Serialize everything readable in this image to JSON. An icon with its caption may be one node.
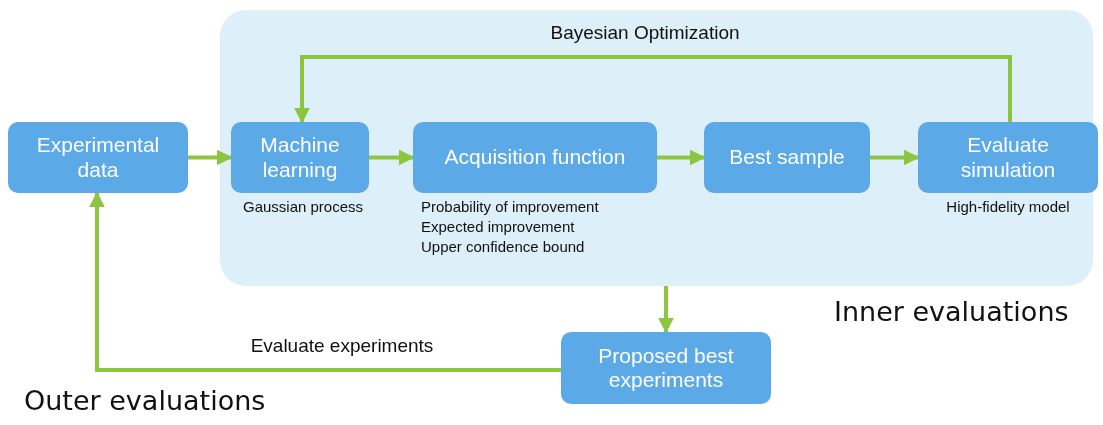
{
  "diagram": {
    "nodes": [
      {
        "text": [],
        "shape": "box"
      },
      {
        "text": [
          "Experimental data"
        ]
      },
      {
        "text": [
          "Machine learning"
        ],
        "in": 0,
        "beside": [
          "Gaussian process"
        ]
      },
      {
        "text": [
          "Acquisition function"
        ],
        "in": 0,
        "beside": [
          "Probability of improvement",
          "Expected improvement",
          "Upper confidence bound"
        ]
      },
      {
        "text": [
          "Best sample"
        ],
        "in": 0
      },
      {
        "text": [
          "Evaluate simulation"
        ],
        "in": 0,
        "beside": [
          "High-fidelity model"
        ]
      },
      {
        "text": [
          "Proposed best experiments"
        ]
      }
    ],
    "edges": [
      {
        "from": 1,
        "to": 2,
        "arrow": "to"
      },
      {
        "from": 2,
        "to": 3,
        "arrow": "to"
      },
      {
        "from": 3,
        "to": 4,
        "arrow": "to"
      },
      {
        "from": 4,
        "to": 5,
        "arrow": "to"
      },
      {
        "from": 5,
        "to": 2,
        "arrow": "to",
        "label": "Bayesian Optimization"
      },
      {
        "from": 0,
        "to": 6,
        "arrow": "to"
      },
      {
        "from": 6,
        "to": 1,
        "arrow": "to",
        "label": "Evaluate experiments"
      }
    ],
    "labels": [
      "Inner evaluations",
      "Outer evaluations"
    ]
  }
}
